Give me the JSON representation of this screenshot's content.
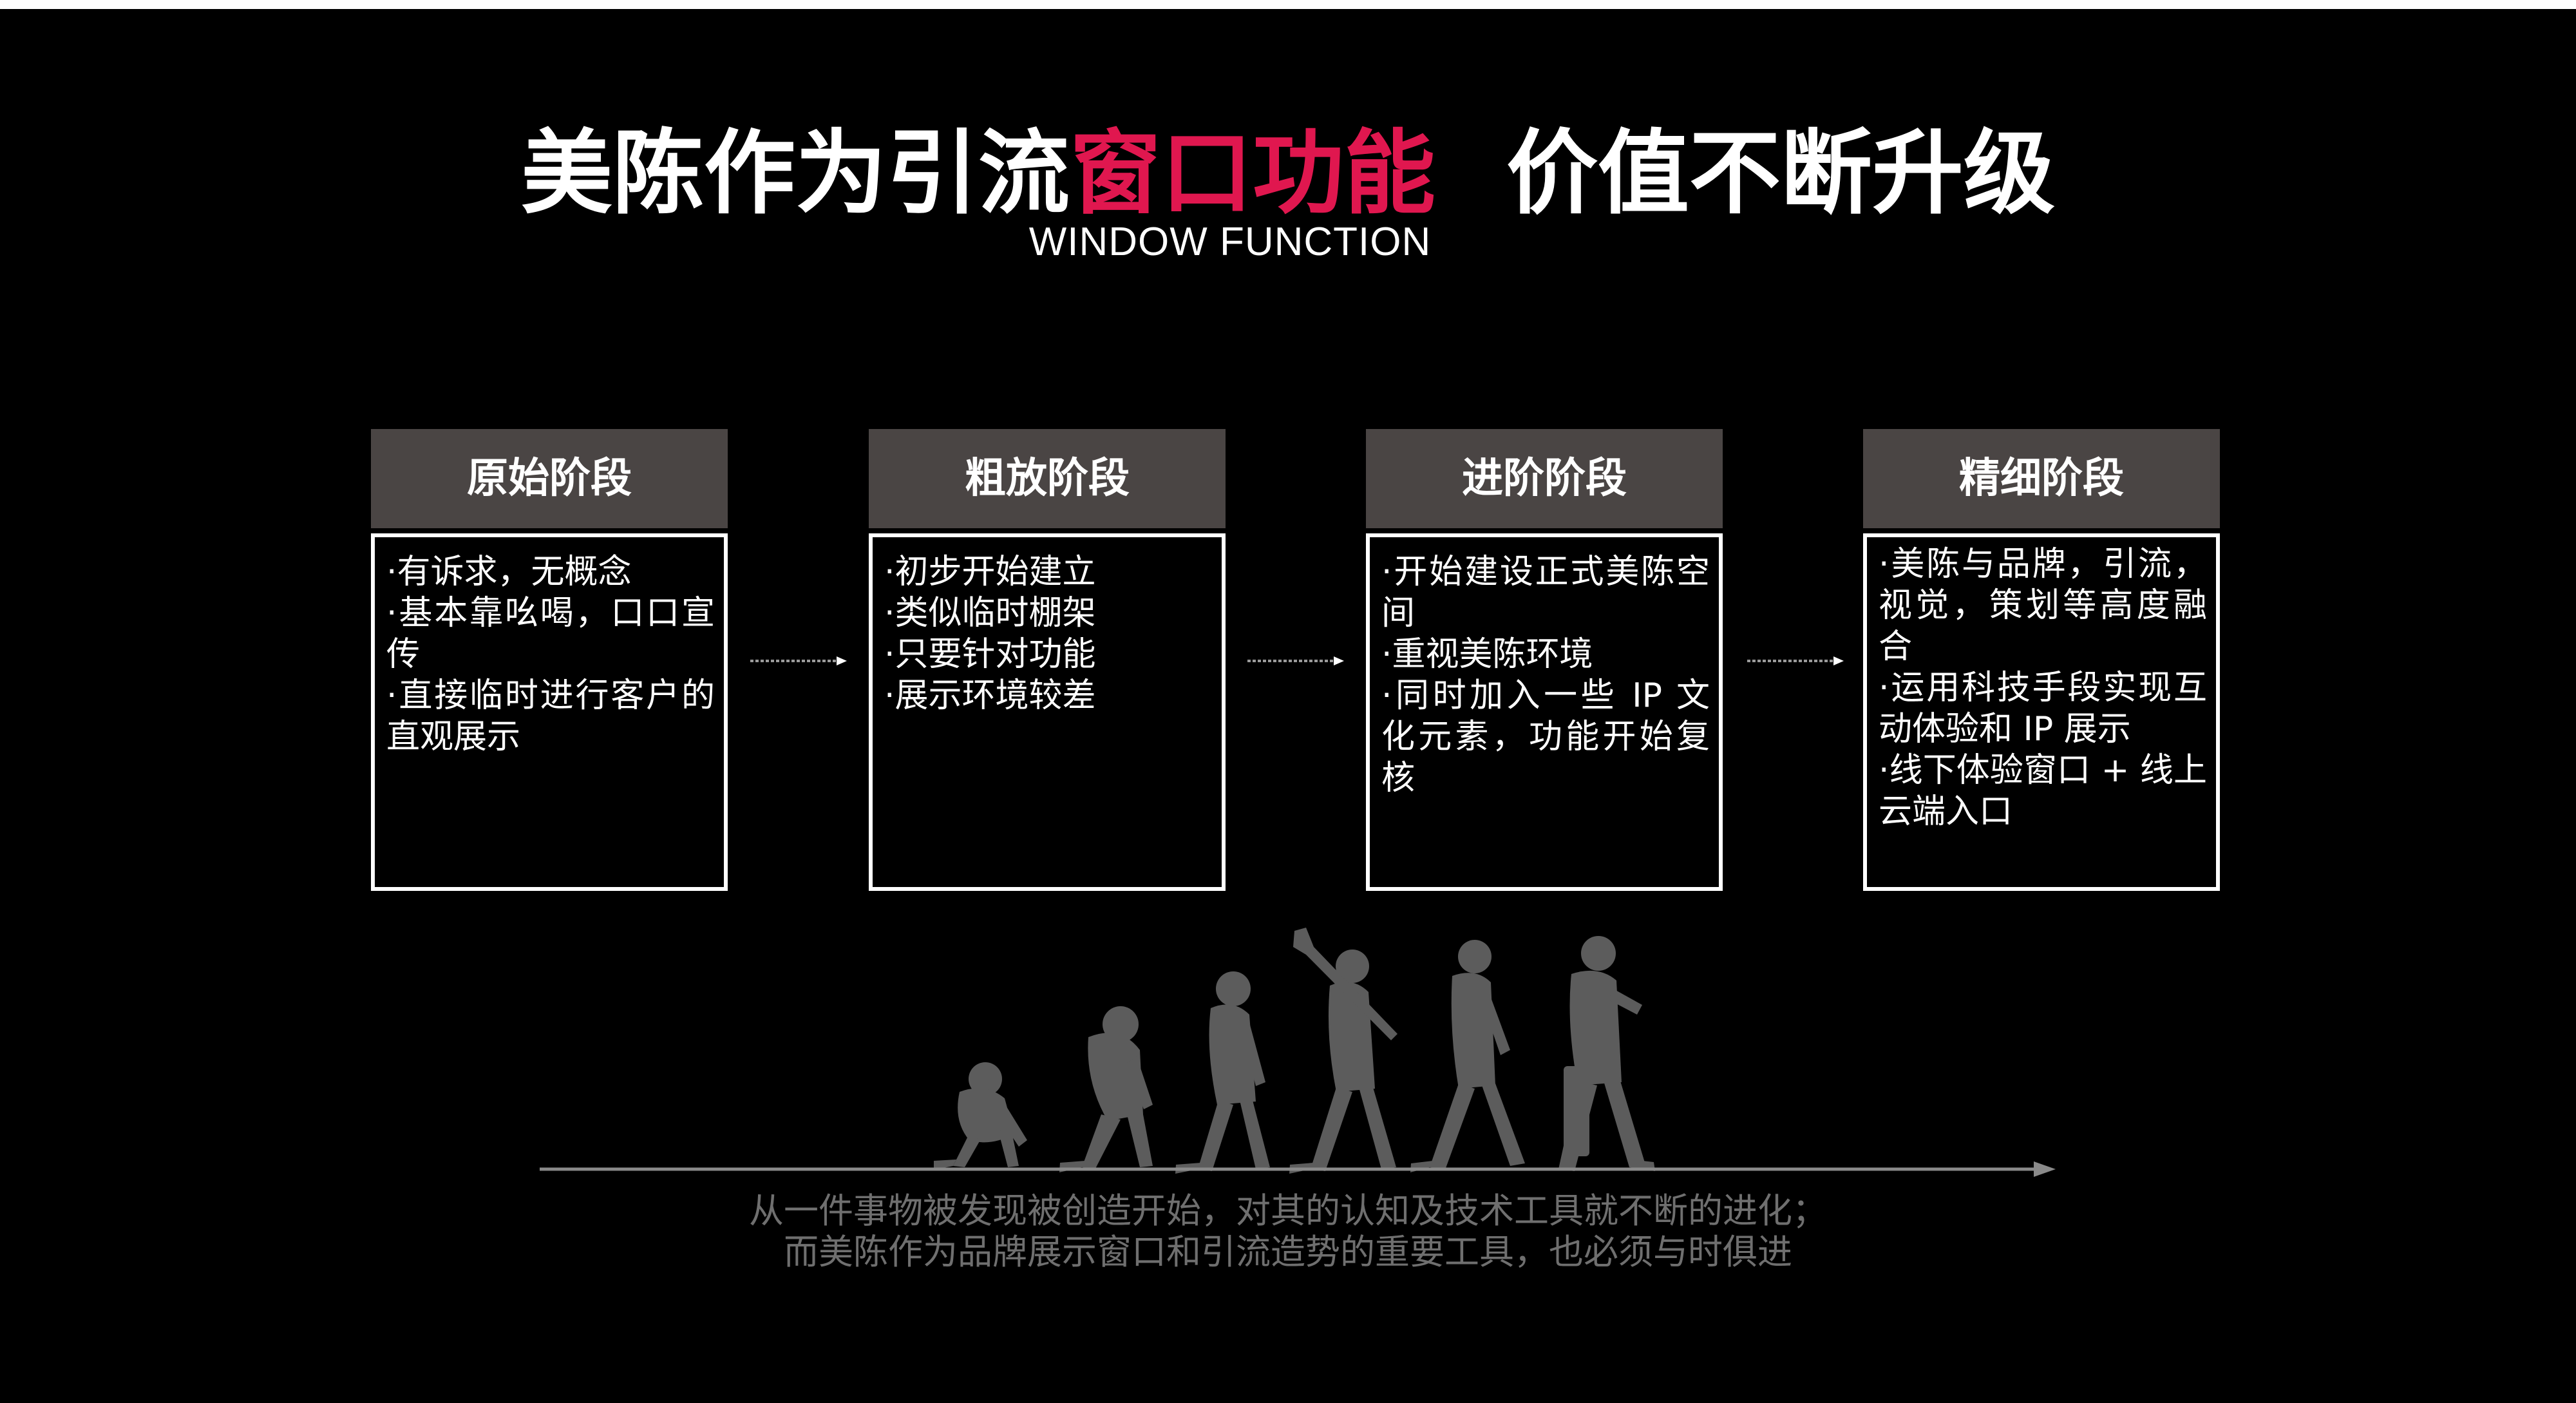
{
  "title": {
    "part1": "美陈作为引流",
    "highlight": "窗口功能",
    "part2": "价值不断升级",
    "subtitle": "WINDOW FUNCTION"
  },
  "colors": {
    "background": "#000000",
    "accent": "#e0174f",
    "stage_header": "#4a4544",
    "silhouette": "#5c5c5c",
    "caption": "#6f6f6f"
  },
  "stages": [
    {
      "title": "原始阶段",
      "lines": [
        "·有诉求，无概念",
        "·基本靠吆喝，口口宣传",
        "·直接临时进行客户的直观展示"
      ]
    },
    {
      "title": "粗放阶段",
      "lines": [
        "·初步开始建立",
        "·类似临时棚架",
        "·只要针对功能",
        "·展示环境较差"
      ]
    },
    {
      "title": "进阶阶段",
      "lines": [
        "·开始建设正式美陈空间",
        "·重视美陈环境",
        "·同时加入一些 IP 文化元素，功能开始复核"
      ]
    },
    {
      "title": "精细阶段",
      "lines": [
        "·美陈与品牌，引流，视觉，策划等高度融合",
        "·运用科技手段实现互动体验和 IP 展示",
        "·线下体验窗口 + 线上云端入口"
      ]
    }
  ],
  "icons": {
    "arrow": "arrow-right-icon",
    "evolution": "human-evolution-silhouette"
  },
  "caption": {
    "line1": "从一件事物被发现被创造开始，对其的认知及技术工具就不断的进化；",
    "line2": "而美陈作为品牌展示窗口和引流造势的重要工具，也必须与时俱进"
  }
}
